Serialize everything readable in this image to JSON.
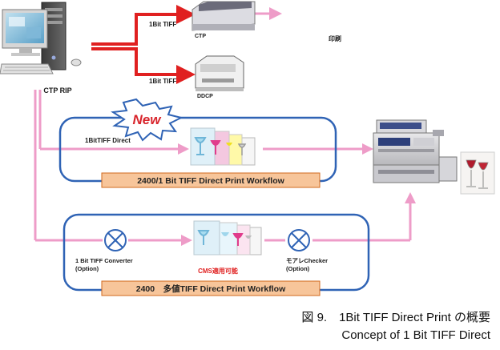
{
  "diagram": {
    "nodes": {
      "rip": {
        "label": "CTP RIP"
      },
      "ctp": {
        "label": "CTP"
      },
      "ddcp": {
        "label": "DDCP"
      },
      "print": {
        "label": "印刷"
      },
      "new_badge": {
        "label": "New"
      },
      "converter": {
        "label": "1 Bit TIFF Converter",
        "sub": "(Option)"
      },
      "moire": {
        "label": "モアレChecker",
        "sub": "(Option)"
      },
      "cms": {
        "label": "CMS適用可能"
      }
    },
    "edges": {
      "to_ctp": "1Bit TIFF",
      "to_ddcp": "1Bit TIFF",
      "direct": "1BitTIFF Direct"
    },
    "workflows": [
      {
        "label": "2400/1 Bit TIFF Direct Print Workflow"
      },
      {
        "label": "2400　多値TIFF Direct Print Workflow"
      }
    ],
    "colors": {
      "pink": "#ee9cc8",
      "red": "#e02020",
      "box_border": "#2f63b5",
      "banner_fill": "#f7c59a",
      "banner_border": "#d2691e",
      "new_text": "#d8242b"
    }
  },
  "caption": {
    "line1": "図 9.　1Bit TIFF Direct Print の概要",
    "line2": "Concept of 1 Bit TIFF Direct"
  }
}
